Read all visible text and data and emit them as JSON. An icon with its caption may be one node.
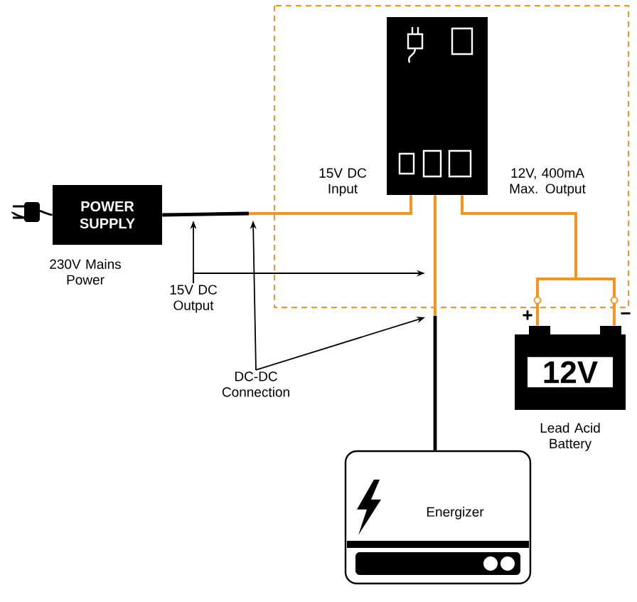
{
  "diagram": {
    "nodes": [
      {
        "text": [],
        "shape": "plug"
      },
      {
        "text": [
          "POWER SUPPLY"
        ]
      },
      {
        "text": [],
        "shape": "box"
      },
      {
        "text": [
          "12V"
        ],
        "beside": [
          "Lead Acid Battery"
        ]
      },
      {
        "text": [
          "Energizer"
        ]
      },
      {
        "text": [
          "15V DC Output"
        ]
      },
      {
        "text": [
          "DC-DC Connection"
        ]
      }
    ],
    "edges": [
      {
        "from": 0,
        "to": 1,
        "arrow": "none"
      },
      {
        "from": 1,
        "to": 2,
        "arrow": "none",
        "color": "#f7941d"
      },
      {
        "from": 2,
        "to": 3,
        "arrow": "none",
        "color": "#f7941d"
      },
      {
        "from": 2,
        "to": 4,
        "arrow": "none",
        "color": "#f7941d"
      },
      {
        "from": 5,
        "to": null,
        "arrow": "to"
      },
      {
        "from": 5,
        "to": null,
        "arrow": "to"
      },
      {
        "from": 6,
        "to": null,
        "arrow": "to"
      },
      {
        "from": 6,
        "to": null,
        "arrow": "to"
      }
    ],
    "labels": [
      "230V Mains Power",
      "15V DC Input",
      "12V, 400mA Max. Output",
      "+",
      "−"
    ]
  }
}
